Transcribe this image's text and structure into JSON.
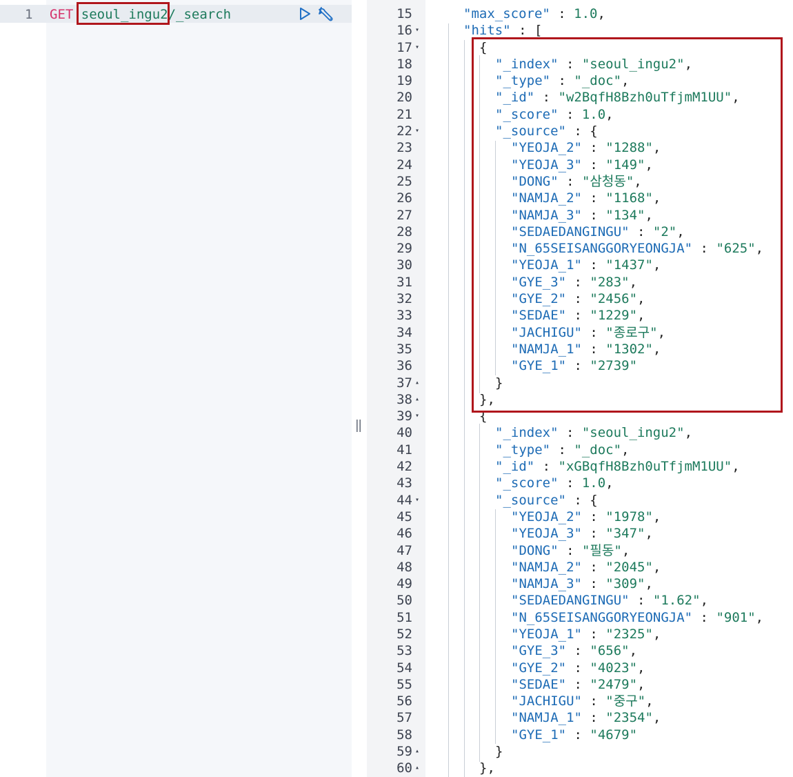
{
  "request": {
    "line_number": "1",
    "method": "GET",
    "path": "seoul_ingu2/_search"
  },
  "icons": {
    "run": "play-triangle-icon",
    "settings": "wrench-icon",
    "splitter": "resize-handle-icon"
  },
  "colors": {
    "highlight": "#b0161c",
    "key": "#1d6bb5",
    "value": "#1d7a5c",
    "method": "#d6336c"
  },
  "response": {
    "lines": [
      {
        "n": "15",
        "fold": "",
        "indent": 0,
        "key": "max_score",
        "val": "1.0",
        "vtype": "num",
        "tail": ","
      },
      {
        "n": "16",
        "fold": "down",
        "indent": 0,
        "key": "hits",
        "val": "[",
        "vtype": "p",
        "tail": ""
      },
      {
        "n": "17",
        "fold": "down",
        "indent": 1,
        "key": "",
        "val": "{",
        "vtype": "p",
        "tail": ""
      },
      {
        "n": "18",
        "fold": "",
        "indent": 2,
        "key": "_index",
        "val": "\"seoul_ingu2\"",
        "vtype": "str",
        "tail": ","
      },
      {
        "n": "19",
        "fold": "",
        "indent": 2,
        "key": "_type",
        "val": "\"_doc\"",
        "vtype": "str",
        "tail": ","
      },
      {
        "n": "20",
        "fold": "",
        "indent": 2,
        "key": "_id",
        "val": "\"w2BqfH8Bzh0uTfjmM1UU\"",
        "vtype": "str",
        "tail": ","
      },
      {
        "n": "21",
        "fold": "",
        "indent": 2,
        "key": "_score",
        "val": "1.0",
        "vtype": "num",
        "tail": ","
      },
      {
        "n": "22",
        "fold": "down",
        "indent": 2,
        "key": "_source",
        "val": "{",
        "vtype": "p",
        "tail": ""
      },
      {
        "n": "23",
        "fold": "",
        "indent": 3,
        "key": "YEOJA_2",
        "val": "\"1288\"",
        "vtype": "str",
        "tail": ","
      },
      {
        "n": "24",
        "fold": "",
        "indent": 3,
        "key": "YEOJA_3",
        "val": "\"149\"",
        "vtype": "str",
        "tail": ","
      },
      {
        "n": "25",
        "fold": "",
        "indent": 3,
        "key": "DONG",
        "val": "\"삼청동\"",
        "vtype": "str",
        "tail": ","
      },
      {
        "n": "26",
        "fold": "",
        "indent": 3,
        "key": "NAMJA_2",
        "val": "\"1168\"",
        "vtype": "str",
        "tail": ","
      },
      {
        "n": "27",
        "fold": "",
        "indent": 3,
        "key": "NAMJA_3",
        "val": "\"134\"",
        "vtype": "str",
        "tail": ","
      },
      {
        "n": "28",
        "fold": "",
        "indent": 3,
        "key": "SEDAEDANGINGU",
        "val": "\"2\"",
        "vtype": "str",
        "tail": ","
      },
      {
        "n": "29",
        "fold": "",
        "indent": 3,
        "key": "N_65SEISANGGORYEONGJA",
        "val": "\"625\"",
        "vtype": "str",
        "tail": ","
      },
      {
        "n": "30",
        "fold": "",
        "indent": 3,
        "key": "YEOJA_1",
        "val": "\"1437\"",
        "vtype": "str",
        "tail": ","
      },
      {
        "n": "31",
        "fold": "",
        "indent": 3,
        "key": "GYE_3",
        "val": "\"283\"",
        "vtype": "str",
        "tail": ","
      },
      {
        "n": "32",
        "fold": "",
        "indent": 3,
        "key": "GYE_2",
        "val": "\"2456\"",
        "vtype": "str",
        "tail": ","
      },
      {
        "n": "33",
        "fold": "",
        "indent": 3,
        "key": "SEDAE",
        "val": "\"1229\"",
        "vtype": "str",
        "tail": ","
      },
      {
        "n": "34",
        "fold": "",
        "indent": 3,
        "key": "JACHIGU",
        "val": "\"종로구\"",
        "vtype": "str",
        "tail": ","
      },
      {
        "n": "35",
        "fold": "",
        "indent": 3,
        "key": "NAMJA_1",
        "val": "\"1302\"",
        "vtype": "str",
        "tail": ","
      },
      {
        "n": "36",
        "fold": "",
        "indent": 3,
        "key": "GYE_1",
        "val": "\"2739\"",
        "vtype": "str",
        "tail": ""
      },
      {
        "n": "37",
        "fold": "up",
        "indent": 2,
        "key": "",
        "val": "}",
        "vtype": "p",
        "tail": ""
      },
      {
        "n": "38",
        "fold": "up",
        "indent": 1,
        "key": "",
        "val": "}",
        "vtype": "p",
        "tail": ","
      },
      {
        "n": "39",
        "fold": "down",
        "indent": 1,
        "key": "",
        "val": "{",
        "vtype": "p",
        "tail": ""
      },
      {
        "n": "40",
        "fold": "",
        "indent": 2,
        "key": "_index",
        "val": "\"seoul_ingu2\"",
        "vtype": "str",
        "tail": ","
      },
      {
        "n": "41",
        "fold": "",
        "indent": 2,
        "key": "_type",
        "val": "\"_doc\"",
        "vtype": "str",
        "tail": ","
      },
      {
        "n": "42",
        "fold": "",
        "indent": 2,
        "key": "_id",
        "val": "\"xGBqfH8Bzh0uTfjmM1UU\"",
        "vtype": "str",
        "tail": ","
      },
      {
        "n": "43",
        "fold": "",
        "indent": 2,
        "key": "_score",
        "val": "1.0",
        "vtype": "num",
        "tail": ","
      },
      {
        "n": "44",
        "fold": "down",
        "indent": 2,
        "key": "_source",
        "val": "{",
        "vtype": "p",
        "tail": ""
      },
      {
        "n": "45",
        "fold": "",
        "indent": 3,
        "key": "YEOJA_2",
        "val": "\"1978\"",
        "vtype": "str",
        "tail": ","
      },
      {
        "n": "46",
        "fold": "",
        "indent": 3,
        "key": "YEOJA_3",
        "val": "\"347\"",
        "vtype": "str",
        "tail": ","
      },
      {
        "n": "47",
        "fold": "",
        "indent": 3,
        "key": "DONG",
        "val": "\"필동\"",
        "vtype": "str",
        "tail": ","
      },
      {
        "n": "48",
        "fold": "",
        "indent": 3,
        "key": "NAMJA_2",
        "val": "\"2045\"",
        "vtype": "str",
        "tail": ","
      },
      {
        "n": "49",
        "fold": "",
        "indent": 3,
        "key": "NAMJA_3",
        "val": "\"309\"",
        "vtype": "str",
        "tail": ","
      },
      {
        "n": "50",
        "fold": "",
        "indent": 3,
        "key": "SEDAEDANGINGU",
        "val": "\"1.62\"",
        "vtype": "str",
        "tail": ","
      },
      {
        "n": "51",
        "fold": "",
        "indent": 3,
        "key": "N_65SEISANGGORYEONGJA",
        "val": "\"901\"",
        "vtype": "str",
        "tail": ","
      },
      {
        "n": "52",
        "fold": "",
        "indent": 3,
        "key": "YEOJA_1",
        "val": "\"2325\"",
        "vtype": "str",
        "tail": ","
      },
      {
        "n": "53",
        "fold": "",
        "indent": 3,
        "key": "GYE_3",
        "val": "\"656\"",
        "vtype": "str",
        "tail": ","
      },
      {
        "n": "54",
        "fold": "",
        "indent": 3,
        "key": "GYE_2",
        "val": "\"4023\"",
        "vtype": "str",
        "tail": ","
      },
      {
        "n": "55",
        "fold": "",
        "indent": 3,
        "key": "SEDAE",
        "val": "\"2479\"",
        "vtype": "str",
        "tail": ","
      },
      {
        "n": "56",
        "fold": "",
        "indent": 3,
        "key": "JACHIGU",
        "val": "\"중구\"",
        "vtype": "str",
        "tail": ","
      },
      {
        "n": "57",
        "fold": "",
        "indent": 3,
        "key": "NAMJA_1",
        "val": "\"2354\"",
        "vtype": "str",
        "tail": ","
      },
      {
        "n": "58",
        "fold": "",
        "indent": 3,
        "key": "GYE_1",
        "val": "\"4679\"",
        "vtype": "str",
        "tail": ""
      },
      {
        "n": "59",
        "fold": "up",
        "indent": 2,
        "key": "",
        "val": "}",
        "vtype": "p",
        "tail": ""
      },
      {
        "n": "60",
        "fold": "up",
        "indent": 1,
        "key": "",
        "val": "}",
        "vtype": "p",
        "tail": ","
      }
    ]
  }
}
